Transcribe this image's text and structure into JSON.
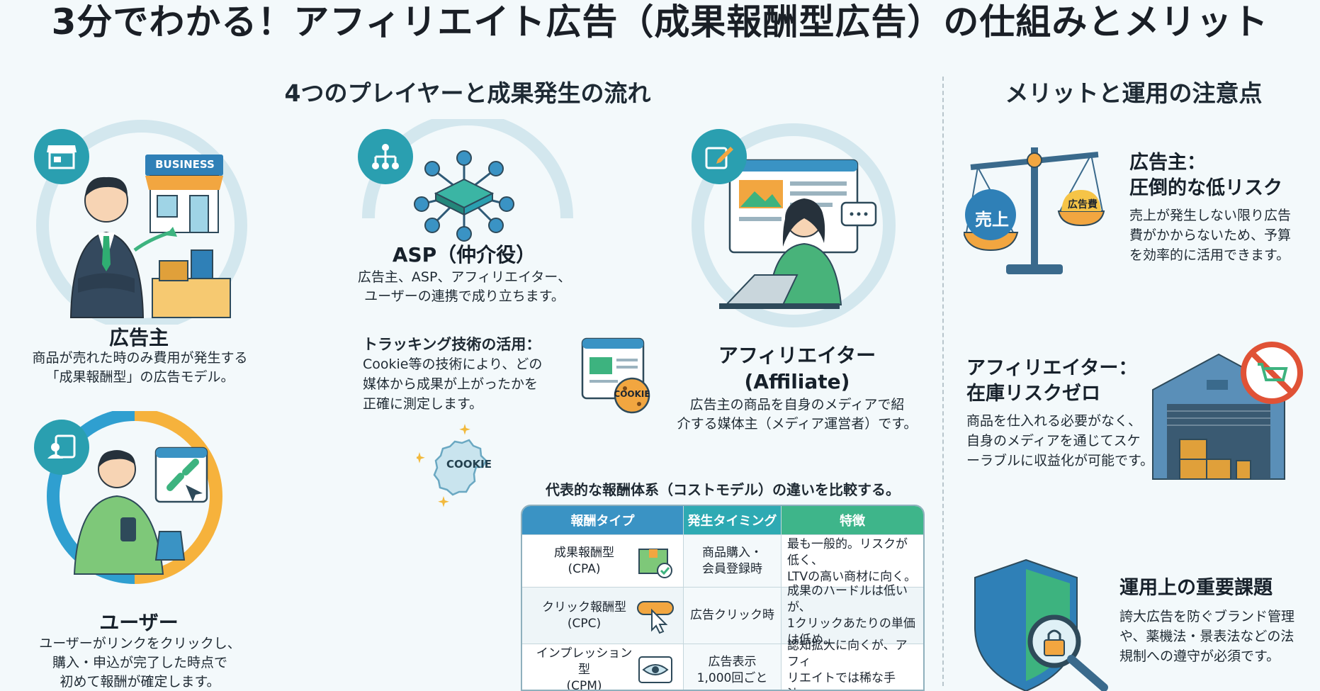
{
  "title": "3分でわかる！アフィリエイト広告（成果報酬型広告）の仕組みとメリット",
  "left_section": {
    "heading": "4つのプレイヤーと成果発生の流れ",
    "advertiser": {
      "store_sign": "BUSINESS",
      "label": "広告主",
      "desc_lines": [
        "商品が売れた時のみ費用が発生する",
        "「成果報酬型」の広告モデル。"
      ]
    },
    "asp": {
      "label": "ASP（仲介役）",
      "desc_lines": [
        "広告主、ASP、アフィリエイター、",
        "ユーザーの連携で成り立ちます。"
      ]
    },
    "tracking": {
      "lines": [
        "トラッキング技術の活用：",
        "Cookie等の技術により、どの",
        "媒体から成果が上がったかを",
        "正確に測定します。"
      ],
      "cookie_label": "COOKIE",
      "cookie_badge_label": "COOKIE"
    },
    "affiliate": {
      "label_line1": "アフィリエイター",
      "label_line2": "(Affiliate)",
      "desc_lines": [
        "広告主の商品を自身のメディアで紹",
        "介する媒体主（メディア運営者）です。"
      ]
    },
    "user": {
      "label": "ユーザー",
      "desc_lines": [
        "ユーザーがリンクをクリックし、",
        "購入・申込が完了した時点で",
        "初めて報酬が確定します。"
      ]
    },
    "cost_table": {
      "caption": "代表的な報酬体系（コストモデル）の違いを比較する。",
      "headers": [
        "報酬タイプ",
        "発生タイミング",
        "特徴"
      ],
      "header_colors": [
        "#3a93c4",
        "#2eaab3",
        "#3eb58a"
      ],
      "rows": [
        {
          "type_line1": "成果報酬型",
          "type_line2": "(CPA)",
          "timing_line1": "商品購入・",
          "timing_line2": "会員登録時",
          "feature_lines": [
            "最も一般的。リスクが低く、",
            "LTVの高い商材に向く。"
          ]
        },
        {
          "type_line1": "クリック報酬型",
          "type_line2": "(CPC)",
          "timing_line1": "広告クリック時",
          "timing_line2": "",
          "feature_lines": [
            "成果のハードルは低いが、",
            "1クリックあたりの単価",
            "は低め。"
          ]
        },
        {
          "type_line1": "インプレッション型",
          "type_line2": "(CPM)",
          "timing_line1": "広告表示",
          "timing_line2": "1,000回ごと",
          "feature_lines": [
            "認知拡大に向くが、アフィ",
            "リエイトでは稀な手法。"
          ]
        }
      ]
    }
  },
  "right_section": {
    "heading": "メリットと運用の注意点",
    "advertiser_merit": {
      "title_lines": [
        "広告主：",
        "圧倒的な低リスク"
      ],
      "desc_lines": [
        "売上が発生しない限り広告",
        "費がかからないため、予算",
        "を効率的に活用できます。"
      ],
      "scale_left": "売上",
      "scale_right": "広告費"
    },
    "affiliate_merit": {
      "title_lines": [
        "アフィリエイター：",
        "在庫リスクゼロ"
      ],
      "desc_lines": [
        "商品を仕入れる必要がなく、",
        "自身のメディアを通じてスケ",
        "ーラブルに収益化が可能です。"
      ]
    },
    "issues": {
      "title": "運用上の重要課題",
      "desc_lines": [
        "誇大広告を防ぐブランド管理",
        "や、薬機法・景表法などの法",
        "規制への遵守が必須です。"
      ]
    }
  }
}
